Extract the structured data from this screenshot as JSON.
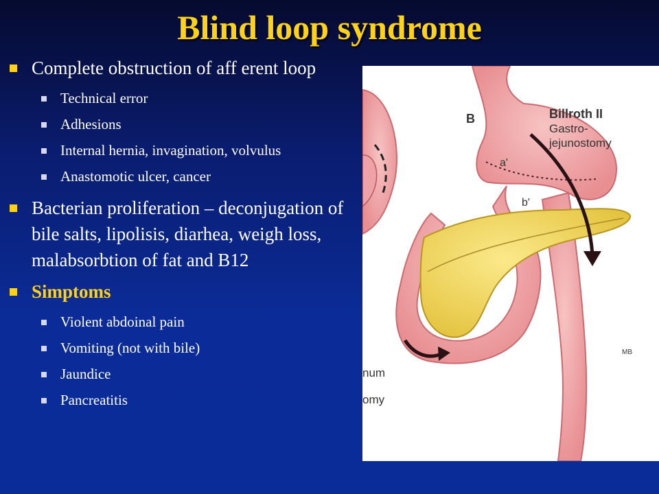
{
  "slide": {
    "title": "Blind loop syndrome",
    "bullets": [
      {
        "text": "Complete obstruction of aff erent loop",
        "sub": [
          "Technical error",
          "Adhesions",
          "Internal hernia, invagination, volvulus",
          "Anastomotic ulcer, cancer"
        ]
      },
      {
        "text": "Bacterian proliferation – deconjugation of bile salts, lipolisis, diarhea, weigh loss, malabsorbtion of fat and B12",
        "sub": []
      },
      {
        "text": "Simptoms",
        "sub": [
          "Violent abdoinal pain",
          "Vomiting (not with bile)",
          "Jaundice",
          "Pancreatitis"
        ]
      }
    ]
  },
  "figure": {
    "panel_label": "B",
    "caption_line1": "Billroth II",
    "caption_line2": "Gastro-",
    "caption_line3": "jejunostomy",
    "label_a": "a'",
    "label_b": "b'",
    "cut_label_1": "num",
    "cut_label_2": "omy",
    "signature": "MB"
  },
  "colors": {
    "title": "#ffd21a",
    "bullet_l1": "#ffd21a",
    "bullet_l2": "#d7d7f2",
    "text": "#ffffff",
    "background": "#0a2c99"
  }
}
